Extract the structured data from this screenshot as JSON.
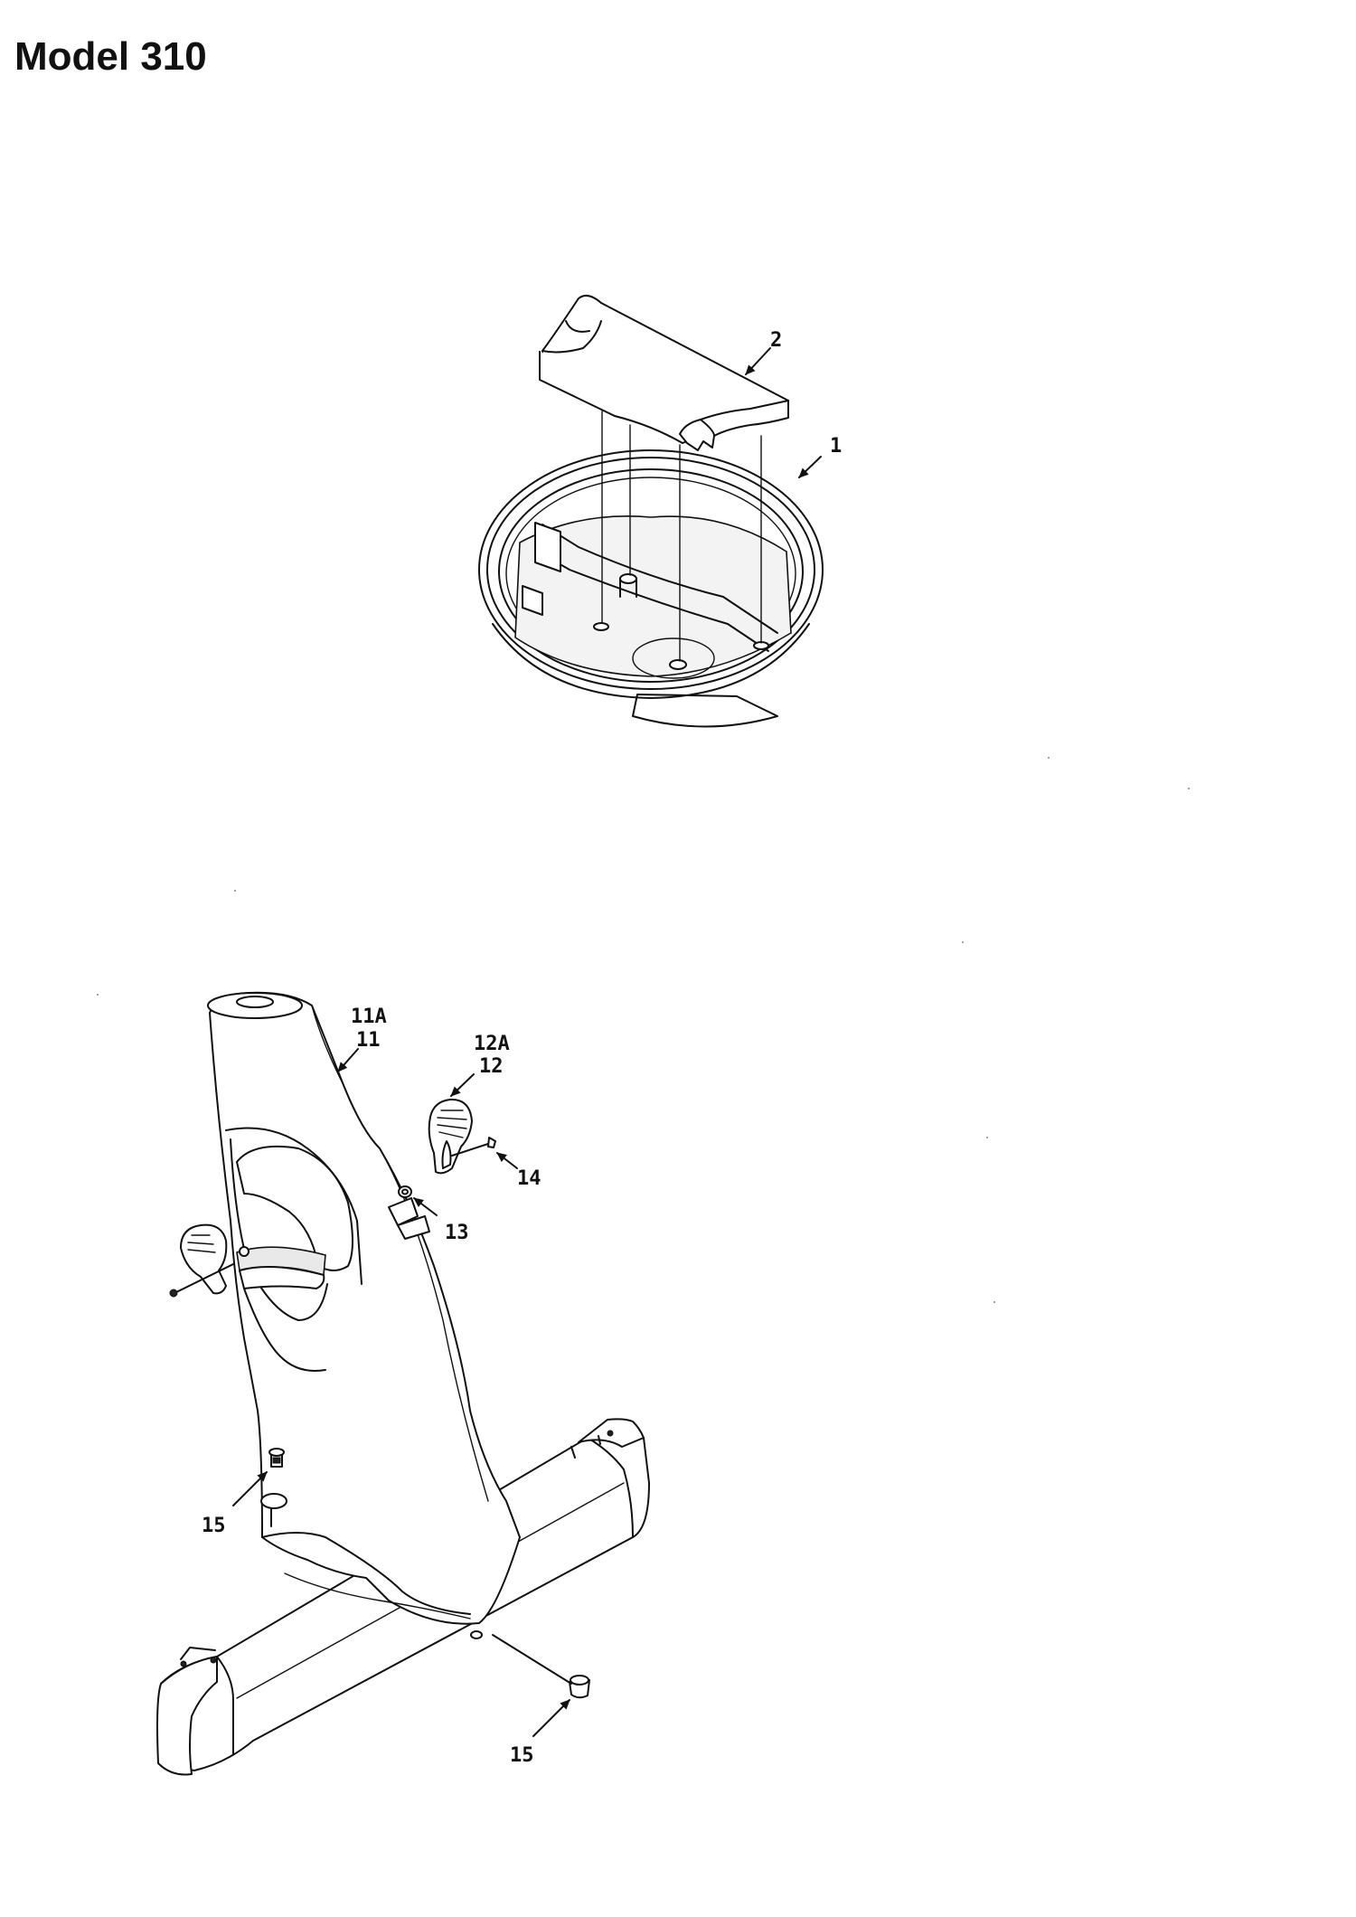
{
  "title": "Model 310",
  "callouts": {
    "c2": "2",
    "c1": "1",
    "c11a": "11A",
    "c11": "11",
    "c12a": "12A",
    "c12": "12",
    "c14": "14",
    "c13": "13",
    "c15a": "15",
    "c15b": "15"
  }
}
